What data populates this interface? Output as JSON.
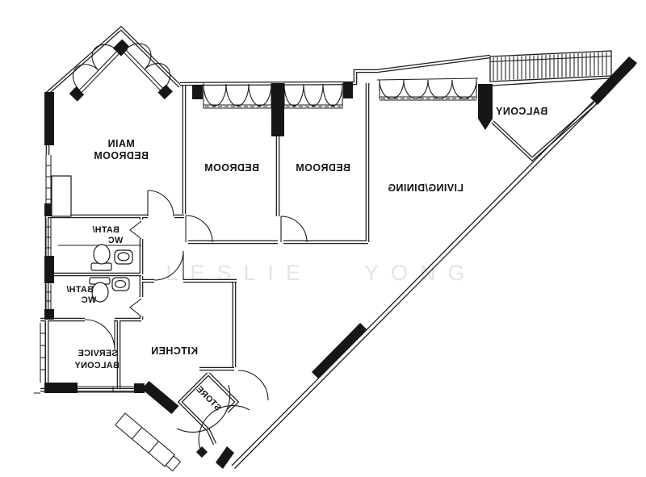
{
  "plan": {
    "type": "apartment-floor-plan",
    "text_orientation": "mirrored"
  },
  "style": {
    "line_color": "#1c1c1c",
    "background": "#ffffff",
    "watermark_color": "#e4e4e4"
  },
  "watermark": {
    "text": "LESLIE YONG"
  },
  "rooms": {
    "main_bedroom": {
      "line1": "MAIN",
      "line2": "BEDROOM"
    },
    "bedroom_1": {
      "label": "BEDROOM"
    },
    "bedroom_2": {
      "label": "BEDROOM"
    },
    "living_dining": {
      "label": "LIVING/DINING"
    },
    "balcony": {
      "label": "BALCONY"
    },
    "bath_wc_upper": {
      "line1": "BATH/",
      "line2": "WC"
    },
    "bath_wc_lower": {
      "line1": "BATH/",
      "line2": "WC"
    },
    "service_balcony": {
      "line1": "SERVICE",
      "line2": "BALCONY"
    },
    "kitchen": {
      "label": "KITCHEN"
    },
    "store": {
      "label": "STORE"
    }
  }
}
